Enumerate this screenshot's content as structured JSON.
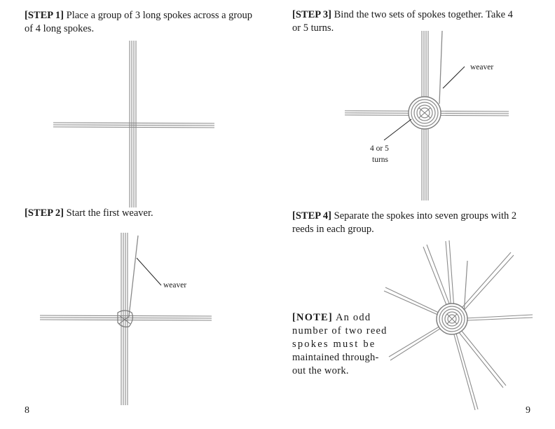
{
  "left_page": {
    "step1": {
      "tag": "[STEP 1]",
      "line1": " Place a group of 3 long spokes across a group",
      "line2": "of 4 long spokes."
    },
    "step2": {
      "tag": "[STEP 2]",
      "text": " Start the first weaver."
    },
    "step2_label": "weaver",
    "page_number": "8"
  },
  "right_page": {
    "step3": {
      "tag": "[STEP 3]",
      "line1": " Bind the two sets of spokes together. Take 4",
      "line2": "or 5 turns."
    },
    "step3_weaver_label": "weaver",
    "step3_turns_label_line1": "4 or 5",
    "step3_turns_label_line2": "turns",
    "step4": {
      "tag": "[STEP 4]",
      "line1": " Separate the spokes into seven groups with 2",
      "line2": "reeds in each group."
    },
    "note": {
      "tag": "[NOTE]",
      "line1": " An odd",
      "line2": "number of two reed",
      "line3": "spokes must be",
      "line4": "maintained through-",
      "line5": "out the work."
    },
    "page_number": "9"
  },
  "colors": {
    "reed": "#8c8c8c",
    "reed_dark": "#5a5a5a",
    "text": "#1a1a1a"
  }
}
